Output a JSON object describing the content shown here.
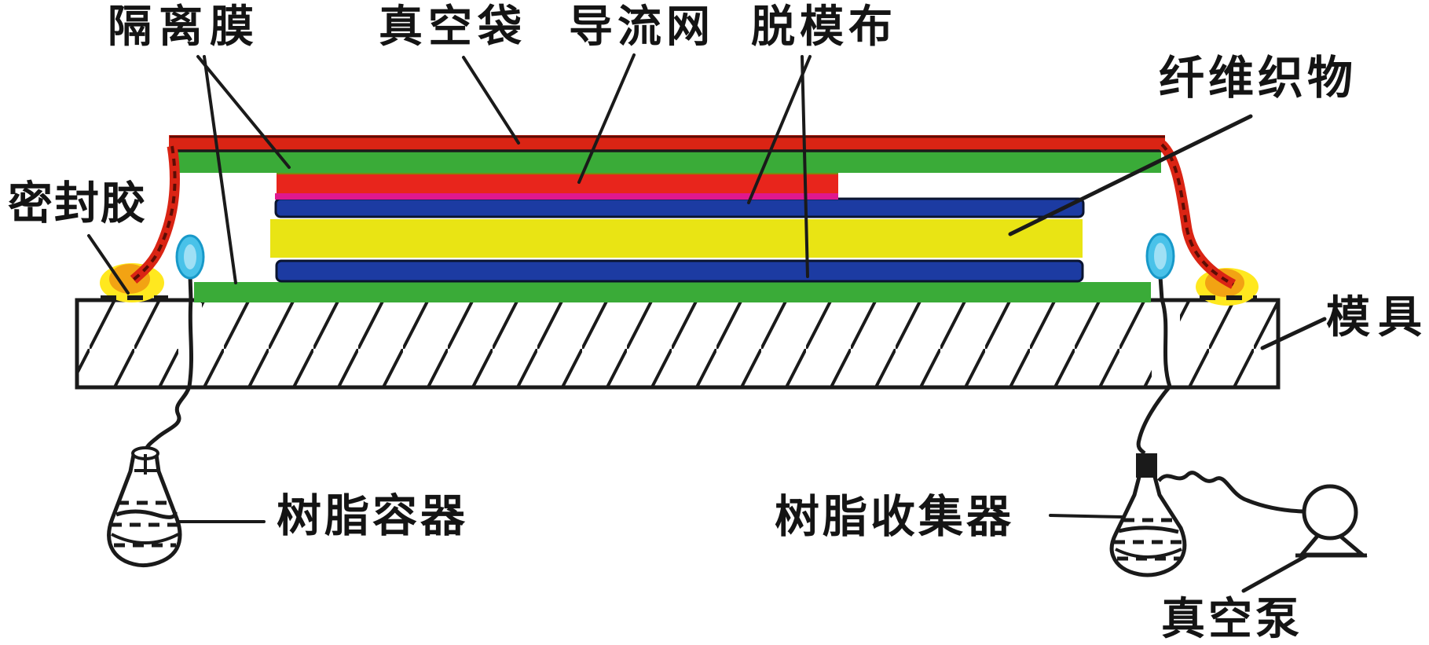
{
  "labels": {
    "isolation_film": "隔离膜",
    "vacuum_bag": "真空袋",
    "flow_media": "导流网",
    "peel_ply": "脱模布",
    "fiber_fabric": "纤维织物",
    "sealant": "密封胶",
    "mold": "模具",
    "resin_container": "树脂容器",
    "resin_collector": "树脂收集器",
    "vacuum_pump": "真空泵"
  },
  "colors": {
    "ink": "#1a1a1a",
    "vacuum_bag": "#da2414",
    "vacuum_bag_dark": "#5c0d05",
    "isolation_film": "#3aab38",
    "flow_media": "#e8251c",
    "flow_media_edge": "#df188e",
    "peel_ply": "#1c3ba2",
    "peel_ply_outline": "#0a1430",
    "fiber_fabric": "#e9e414",
    "sealant_halo": "#ffe81f",
    "sealant_core": "#f2a313",
    "tube_channel": "#49c2e9",
    "tube_channel_dark": "#1899c9",
    "tube_channel_light": "#9fe0f5",
    "layer_seam": "#7a8a10"
  }
}
